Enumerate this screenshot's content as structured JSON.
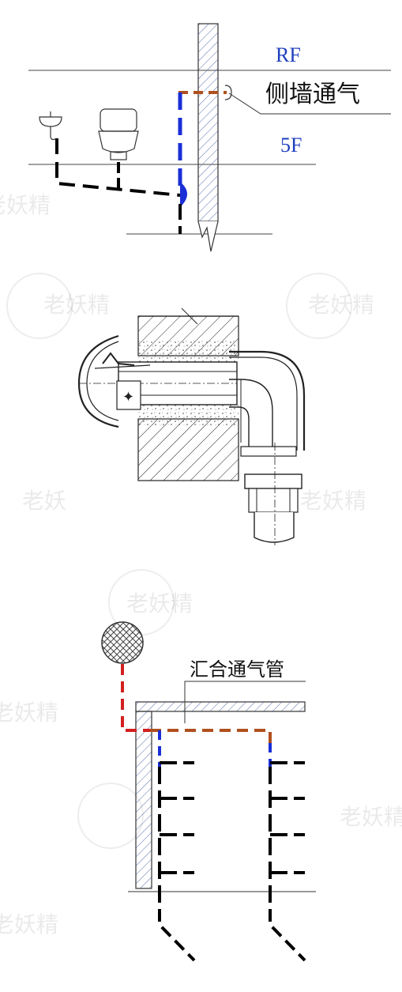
{
  "panel1": {
    "roof_label": "RF",
    "floor_label": "5F",
    "side_vent_label": "侧墙通气"
  },
  "panel3": {
    "manifold_label": "汇合通气管"
  },
  "watermark": {
    "text": "老妖精",
    "short_text": "老妖"
  },
  "colors": {
    "vent_blue": "#1a2fd6",
    "vent_brown": "#b0501e",
    "vent_red": "#d21f1f",
    "label_blue": "#1f3fbf",
    "line": "#000000"
  }
}
